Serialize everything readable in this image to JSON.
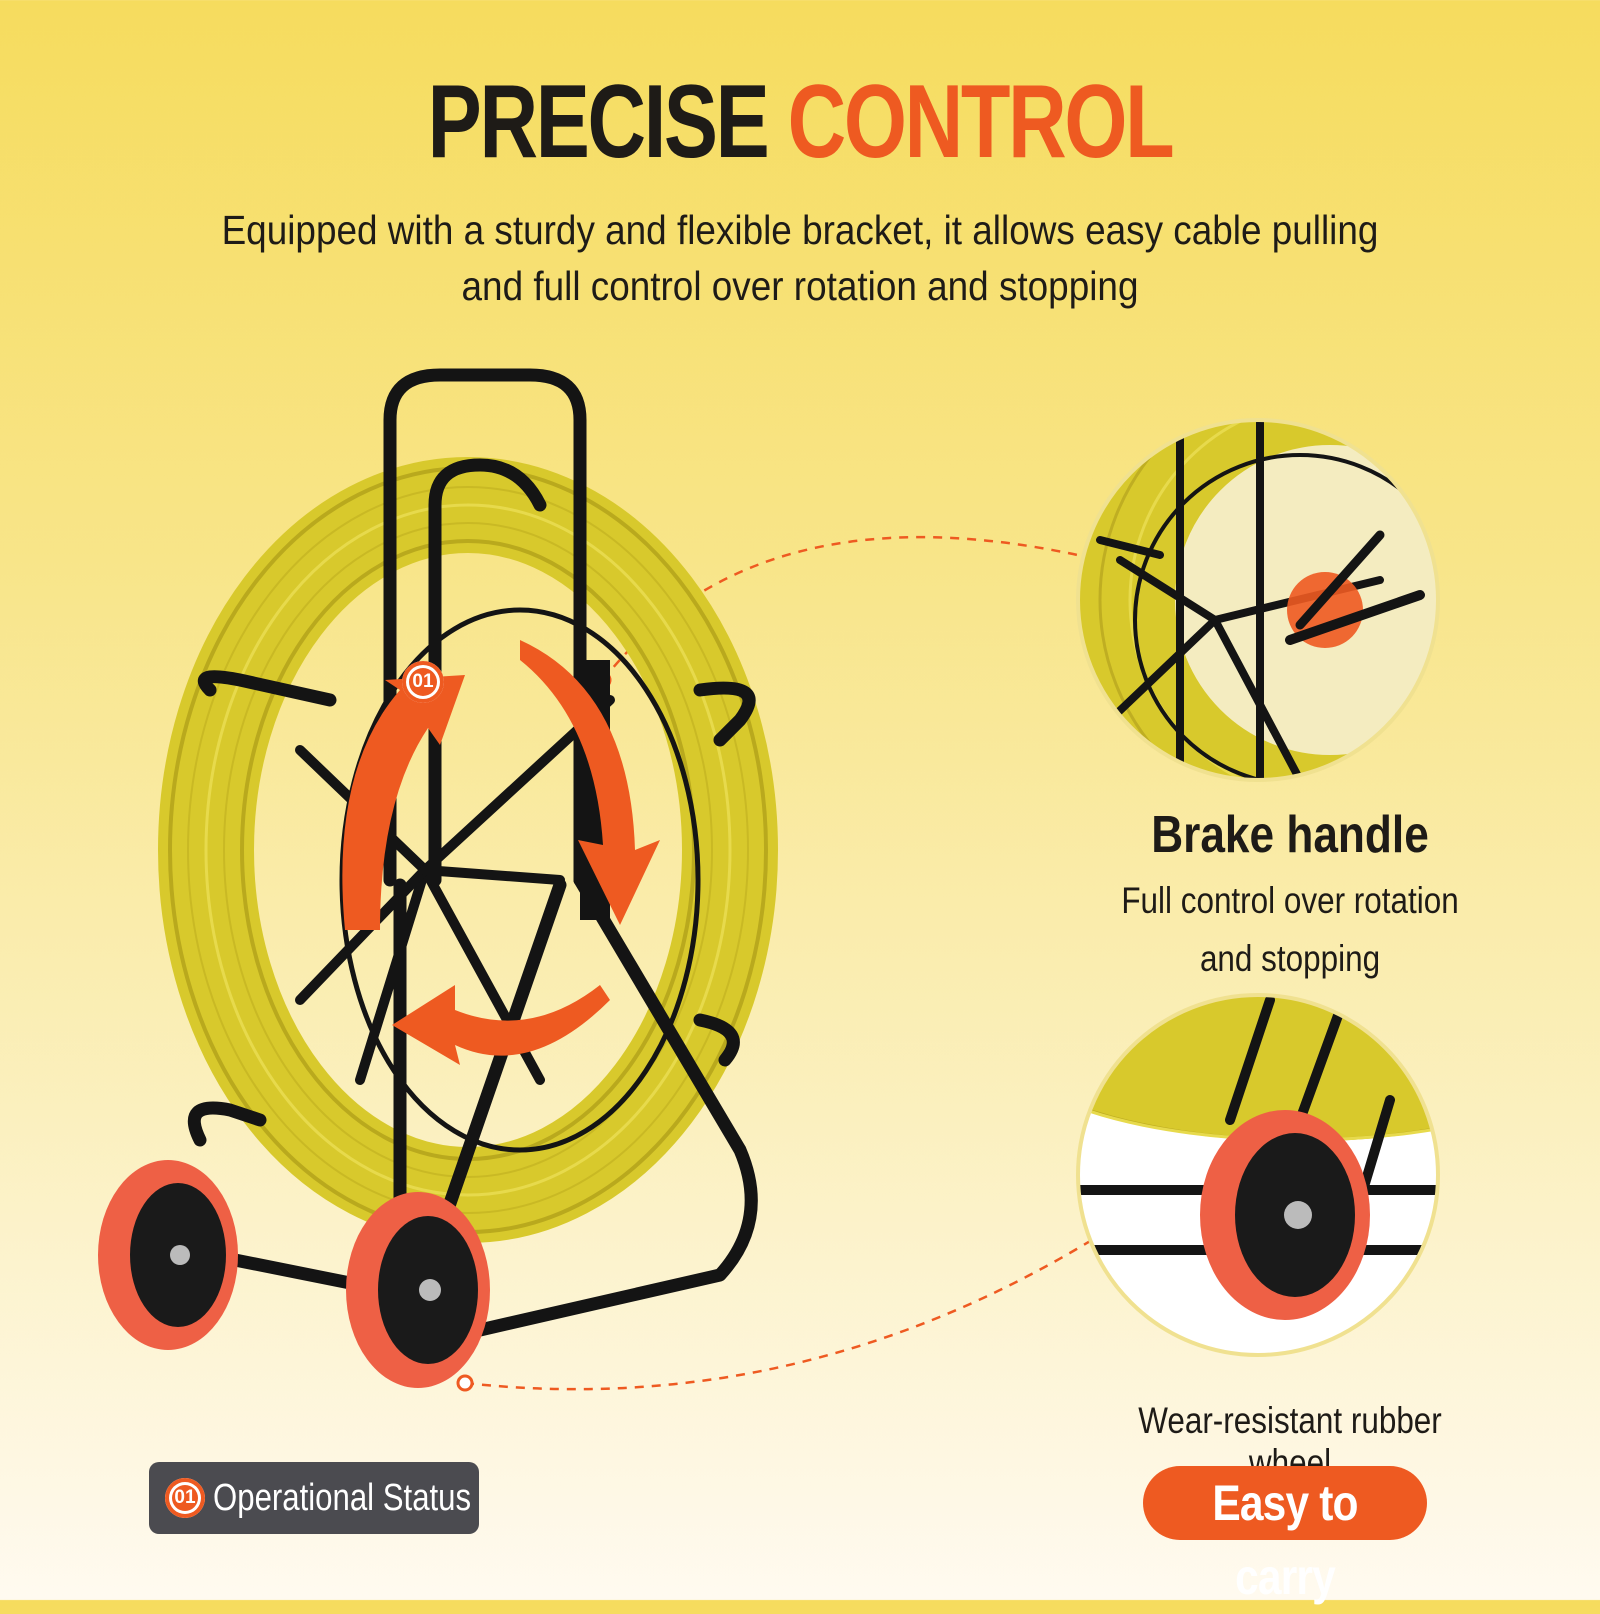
{
  "header": {
    "title_part1": "PRECISE",
    "title_part2": "CONTROL",
    "subtitle_line1": "Equipped with a sturdy and flexible bracket, it allows easy cable pulling",
    "subtitle_line2": "and full control over rotation and stopping"
  },
  "callouts": {
    "brake": {
      "title": "Brake handle",
      "desc_line1": "Full control over rotation",
      "desc_line2": "and stopping"
    },
    "wheel": {
      "label": "Wear-resistant rubber wheel",
      "badge": "Easy to carry"
    }
  },
  "status": {
    "number": "01",
    "label": "Operational Status"
  },
  "marker": {
    "number": "01"
  },
  "colors": {
    "accent": "#ee5a21",
    "text": "#1e1b17",
    "cable": "#d8c92c",
    "frame": "#141414",
    "badge_dark": "#4b4b50"
  }
}
